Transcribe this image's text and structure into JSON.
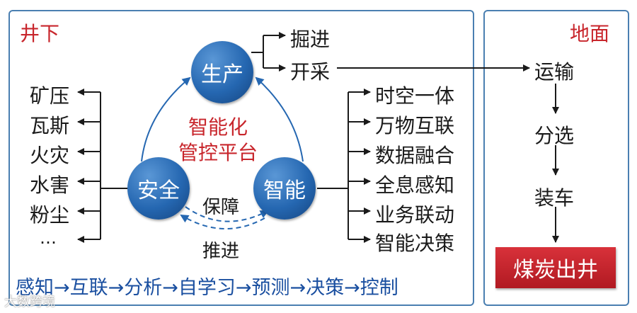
{
  "underground": {
    "title": "井下",
    "nodes": {
      "production": "生产",
      "safety": "安全",
      "intelligence": "智能"
    },
    "center_label": [
      "智能化",
      "管控平台"
    ],
    "arrow_labels": {
      "guarantee": "保障",
      "promote": "推进"
    },
    "production_items": [
      "掘进",
      "开采"
    ],
    "safety_items": [
      "矿压",
      "瓦斯",
      "火灾",
      "水害",
      "粉尘",
      "…"
    ],
    "intelligence_items": [
      "时空一体",
      "万物互联",
      "数据融合",
      "全息感知",
      "业务联动",
      "智能决策"
    ],
    "bottom_flow": [
      "感知",
      "互联",
      "分析",
      "自学习",
      "预测",
      "决策",
      "控制"
    ]
  },
  "surface": {
    "title": "地面",
    "steps": [
      "运输",
      "分选",
      "装车"
    ],
    "final": "煤炭出井"
  },
  "watermark": "大数跨境",
  "colors": {
    "frame": "#4a7fb1",
    "accent_red": "#c8262c",
    "node_blue": "#2567b1",
    "flow_blue": "#1a4fa0"
  }
}
